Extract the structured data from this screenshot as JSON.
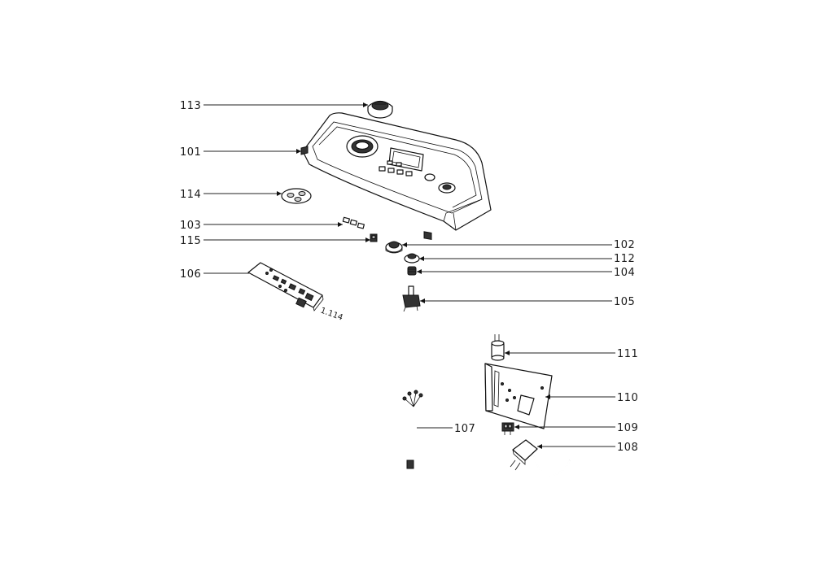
{
  "labels": {
    "p101": "101",
    "p102": "102",
    "p103": "103",
    "p104": "104",
    "p105": "105",
    "p106": "106",
    "p107": "107",
    "p108": "108",
    "p109": "109",
    "p110": "110",
    "p111": "111",
    "p112": "112",
    "p113": "113",
    "p114": "114",
    "p115": "115",
    "p106_sub": "1.114"
  }
}
